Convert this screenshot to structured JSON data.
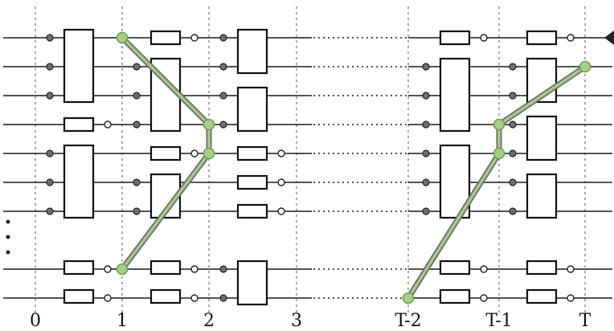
{
  "time_labels": [
    "0",
    "1",
    "2",
    "3",
    "T-2",
    "T-1",
    "T"
  ]
}
